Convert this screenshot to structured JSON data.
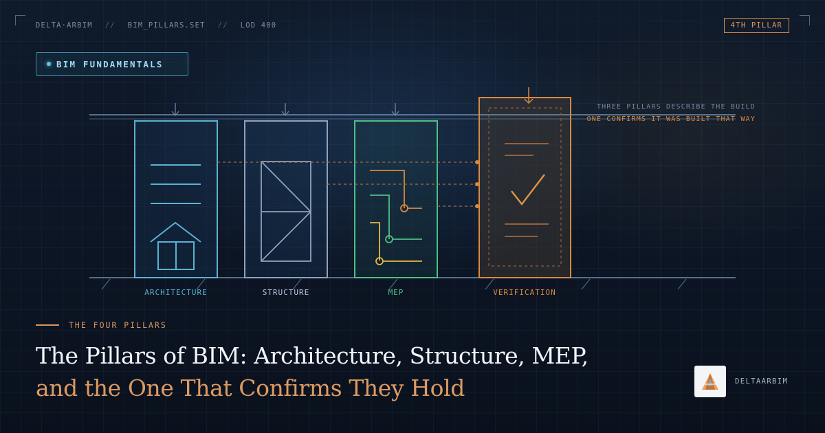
{
  "meta": {
    "company": "DELTA·ARBIM",
    "separator": "//",
    "set": "BIM_PILLARS.SET",
    "lod": "LOD 400"
  },
  "tag": "4TH PILLAR",
  "badge": "BIM FUNDAMENTALS",
  "annotation": {
    "line1": "THREE PILLARS DESCRIBE THE BUILD",
    "line2": "ONE CONFIRMS IT WAS BUILT THAT WAY"
  },
  "pillars": [
    {
      "label": "ARCHITECTURE",
      "color": "#5ab3d0"
    },
    {
      "label": "STRUCTURE",
      "color": "#8ea3c0"
    },
    {
      "label": "MEP",
      "color": "#4fbf86"
    },
    {
      "label": "VERIFICATION",
      "color": "#d98a3e"
    }
  ],
  "eyebrow": "THE FOUR PILLARS",
  "headline": {
    "line1": "The Pillars of BIM: Architecture, Structure, MEP,",
    "line2": "and the One That Confirms They Hold"
  },
  "brand": {
    "name": "DELTAARBIM",
    "logo_icon": "delta-arbim-logo-icon"
  },
  "colors": {
    "background": "#0c1422",
    "accent_orange": "#d98a3e",
    "accent_cyan": "#5fc6e6"
  }
}
